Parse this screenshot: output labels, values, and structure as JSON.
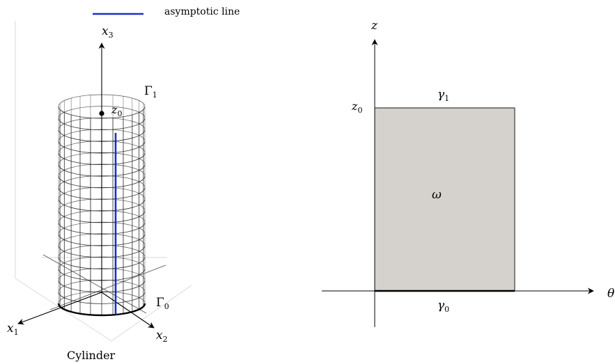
{
  "legend": {
    "label": "asymptotic line",
    "line_color": "#1f2ccf"
  },
  "left_figure": {
    "caption": "Cylinder",
    "axis_x3": "x",
    "axis_x3_sub": "3",
    "axis_x1": "x",
    "axis_x1_sub": "1",
    "axis_x2": "x",
    "axis_x2_sub": "2",
    "gamma1": "Γ",
    "gamma1_sub": "1",
    "gamma0": "Γ",
    "gamma0_sub": "0",
    "z0": "z",
    "z0_sub": "0",
    "asymptotic_color": "#1f2ccf"
  },
  "right_figure": {
    "axis_z": "z",
    "axis_theta": "θ",
    "z0": "z",
    "z0_sub": "0",
    "gamma1": "γ",
    "gamma1_sub": "1",
    "gamma0": "γ",
    "gamma0_sub": "0",
    "omega": "ω",
    "fill_color": "#d5d1cc"
  }
}
